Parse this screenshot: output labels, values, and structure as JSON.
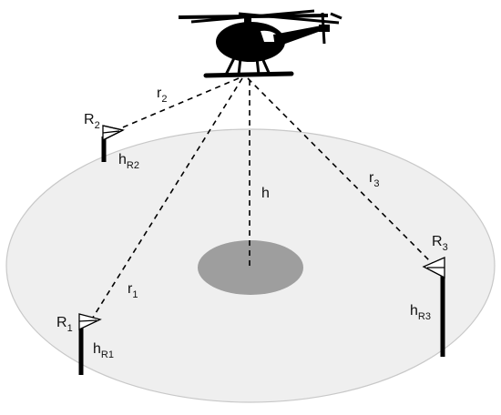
{
  "labels": {
    "r1": {
      "main": "r",
      "sub": "1"
    },
    "r2": {
      "main": "r",
      "sub": "2"
    },
    "r3": {
      "main": "r",
      "sub": "3"
    },
    "h": {
      "main": "h"
    },
    "R1": {
      "main": "R",
      "sub": "1"
    },
    "R2": {
      "main": "R",
      "sub": "2"
    },
    "R3": {
      "main": "R",
      "sub": "3"
    },
    "hR1": {
      "main": "h",
      "sub": "R1"
    },
    "hR2": {
      "main": "h",
      "sub": "R2"
    },
    "hR3": {
      "main": "h",
      "sub": "R3"
    }
  },
  "colors": {
    "ground": "#efefef",
    "ground_edge": "#c8c8c8",
    "target_area": "#9e9e9e",
    "ink": "#000000"
  },
  "icons": {
    "aircraft": "helicopter-icon",
    "receiver": "antenna-icon"
  }
}
